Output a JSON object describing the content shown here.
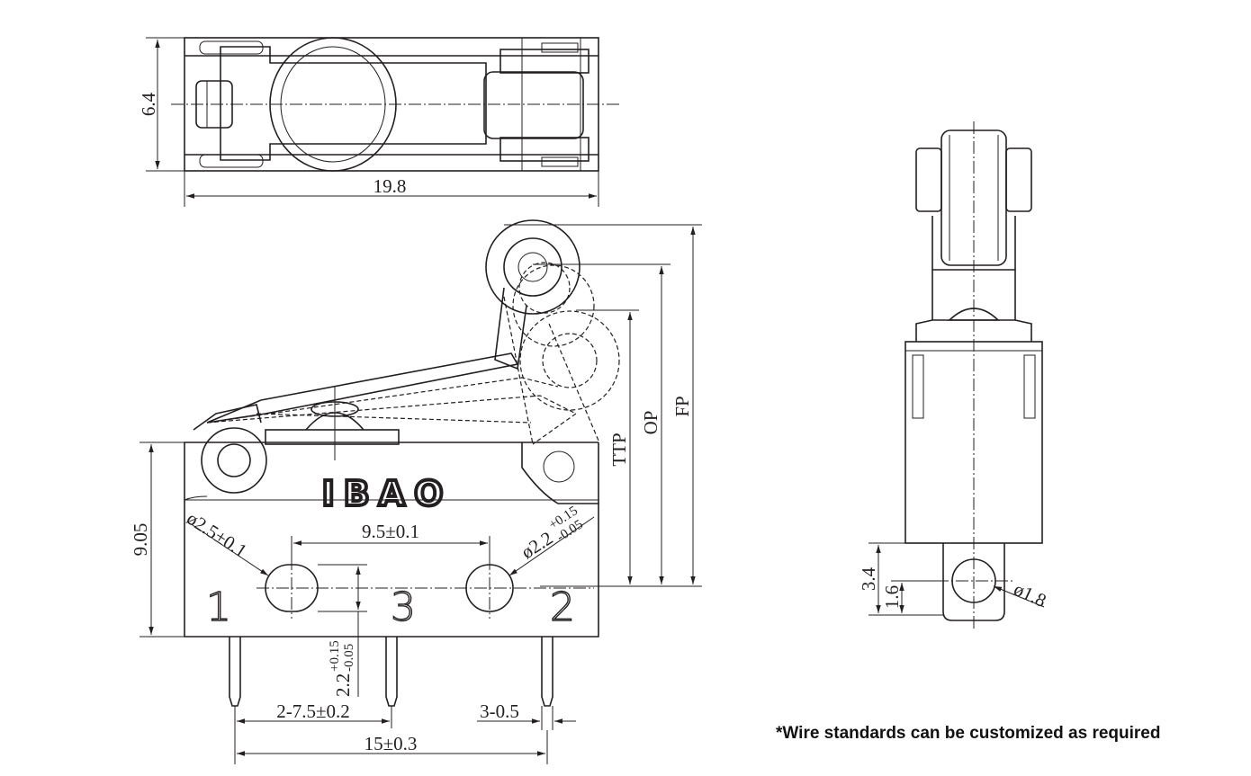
{
  "brand": {
    "logo_text": "IBAO"
  },
  "top_view": {
    "width_dim": "19.8",
    "height_dim": "6.4"
  },
  "front_view": {
    "body_height_dim": "9.05",
    "pitch_dim": "9.5±0.1",
    "hole_left_dim": "ø2.5±0.1",
    "hole_right_dim": "ø2.2",
    "hole_right_tol_upper": "+0.15",
    "hole_right_tol_lower": "-0.05",
    "vertical_hole_dim": "2.2",
    "vertical_hole_tol_upper": "+0.15",
    "vertical_hole_tol_lower": "-0.05",
    "terminal_pitch_dim": "2-7.5±0.2",
    "terminal_width_dim": "3-0.5",
    "overall_terminal_span_dim": "15±0.3",
    "terminal_numbers": [
      "1",
      "3",
      "2"
    ],
    "position_labels": [
      "TTP",
      "OP",
      "FP"
    ]
  },
  "side_view": {
    "height_dim_1": "3.4",
    "height_dim_2": "1.6",
    "hole_dim": "ø1.8"
  },
  "footnote": "*Wire standards can be customized as required"
}
